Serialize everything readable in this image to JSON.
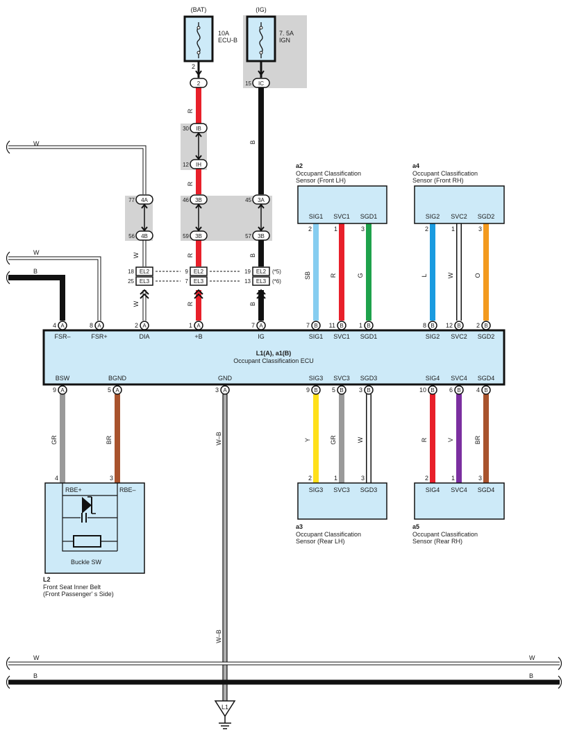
{
  "supply": {
    "bat": {
      "source": "(BAT)",
      "fuse_amp": "10A",
      "fuse_name": "ECU-B",
      "pin": "2"
    },
    "ig": {
      "source": "(IG)",
      "fuse_amp": "7. 5A",
      "fuse_name": "IGN",
      "pin": "15"
    }
  },
  "junctions": {
    "j2": "2",
    "jIC": "IC",
    "pin30": "30",
    "jIB": "IB",
    "pin12": "12",
    "jIH": "IH",
    "pin77": "77",
    "j4A": "4A",
    "pin56": "56",
    "j4B": "4B",
    "pin46": "46",
    "j3B_top": "3B",
    "pin59": "59",
    "j3B_mid": "3B",
    "pin45": "45",
    "j3A": "3A",
    "pin57": "57",
    "j3B_right": "3B"
  },
  "el_connectors": {
    "dia": {
      "el2_pin": "18",
      "el3_pin": "25"
    },
    "b": {
      "el2_pin": "9",
      "el3_pin": "7"
    },
    "ig": {
      "el2_pin": "19",
      "el3_pin": "13",
      "note5": "(*5)",
      "note6": "(*6)"
    },
    "el2": "EL2",
    "el3": "EL3"
  },
  "wires": {
    "w_top": "W",
    "w_mid": "W",
    "b_mid": "B",
    "r1": "R",
    "r2": "R",
    "r3": "R",
    "r4": "R",
    "b1": "B",
    "b2": "B",
    "b3": "B",
    "dia_w1": "W",
    "dia_w2": "W",
    "wb1": "W–B",
    "wb2": "W–B",
    "bus_w_l": "W",
    "bus_w_r": "W",
    "bus_b_l": "B",
    "bus_b_r": "B"
  },
  "ecu": {
    "ref": "L1(A), a1(B)",
    "name": "Occupant Classification ECU",
    "top_pins": [
      {
        "num": "4",
        "conn": "A",
        "label": "FSR–"
      },
      {
        "num": "8",
        "conn": "A",
        "label": "FSR+"
      },
      {
        "num": "2",
        "conn": "A",
        "label": "DIA"
      },
      {
        "num": "1",
        "conn": "A",
        "label": "+B"
      },
      {
        "num": "7",
        "conn": "A",
        "label": "IG"
      },
      {
        "num": "7",
        "conn": "B",
        "label": "SIG1"
      },
      {
        "num": "11",
        "conn": "B",
        "label": "SVC1"
      },
      {
        "num": "1",
        "conn": "B",
        "label": "SGD1"
      },
      {
        "num": "8",
        "conn": "B",
        "label": "SIG2"
      },
      {
        "num": "12",
        "conn": "B",
        "label": "SVC2"
      },
      {
        "num": "2",
        "conn": "B",
        "label": "SGD2"
      }
    ],
    "bottom_pins": [
      {
        "num": "9",
        "conn": "A",
        "label": "BSW"
      },
      {
        "num": "5",
        "conn": "A",
        "label": "BGND"
      },
      {
        "num": "3",
        "conn": "A",
        "label": "GND"
      },
      {
        "num": "9",
        "conn": "B",
        "label": "SIG3"
      },
      {
        "num": "5",
        "conn": "B",
        "label": "SVC3"
      },
      {
        "num": "3",
        "conn": "B",
        "label": "SGD3"
      },
      {
        "num": "10",
        "conn": "B",
        "label": "SIG4"
      },
      {
        "num": "6",
        "conn": "B",
        "label": "SVC4"
      },
      {
        "num": "4",
        "conn": "B",
        "label": "SGD4"
      }
    ]
  },
  "sensors": {
    "a2": {
      "ref": "a2",
      "line1": "Occupant Classification",
      "line2": "Sensor (Front LH)",
      "pins": [
        {
          "label": "SIG1",
          "num": "2",
          "color": "SB"
        },
        {
          "label": "SVC1",
          "num": "1",
          "color": "R"
        },
        {
          "label": "SGD1",
          "num": "3",
          "color": "G"
        }
      ]
    },
    "a4": {
      "ref": "a4",
      "line1": "Occupant Classification",
      "line2": "Sensor (Front RH)",
      "pins": [
        {
          "label": "SIG2",
          "num": "2",
          "color": "L"
        },
        {
          "label": "SVC2",
          "num": "1",
          "color": "W"
        },
        {
          "label": "SGD2",
          "num": "3",
          "color": "O"
        }
      ]
    },
    "a3": {
      "ref": "a3",
      "line1": "Occupant Classification",
      "line2": "Sensor (Rear LH)",
      "pins": [
        {
          "label": "SIG3",
          "num": "2",
          "color": "Y"
        },
        {
          "label": "SVC3",
          "num": "1",
          "color": "GR"
        },
        {
          "label": "SGD3",
          "num": "3",
          "color": "W"
        }
      ]
    },
    "a5": {
      "ref": "a5",
      "line1": "Occupant Classification",
      "line2": "Sensor (Rear RH)",
      "pins": [
        {
          "label": "SIG4",
          "num": "2",
          "color": "R"
        },
        {
          "label": "SVC4",
          "num": "1",
          "color": "V"
        },
        {
          "label": "SGD4",
          "num": "3",
          "color": "BR"
        }
      ]
    }
  },
  "buckle": {
    "ref": "L2",
    "line1": "Front Seat Inner Belt",
    "line2": "(Front Passenger' s Side)",
    "rbe_plus": "RBE+",
    "rbe_minus": "RBE–",
    "sw_label": "Buckle SW",
    "pin4": "4",
    "pin3": "3",
    "wire_gr": "GR",
    "wire_br": "BR"
  },
  "ground": {
    "label": "L1"
  },
  "colors": {
    "red": "#e8202a",
    "black": "#111111",
    "sky": "#86cdf0",
    "green": "#1ea24b",
    "blue": "#1a9be0",
    "orange": "#f39a1e",
    "yellow": "#ffe01a",
    "gray": "#9a9a9a",
    "brown": "#a8532d",
    "violet": "#7b2fa0",
    "box_fill": "#cdeaf8",
    "shade": "#d0d0d0"
  }
}
